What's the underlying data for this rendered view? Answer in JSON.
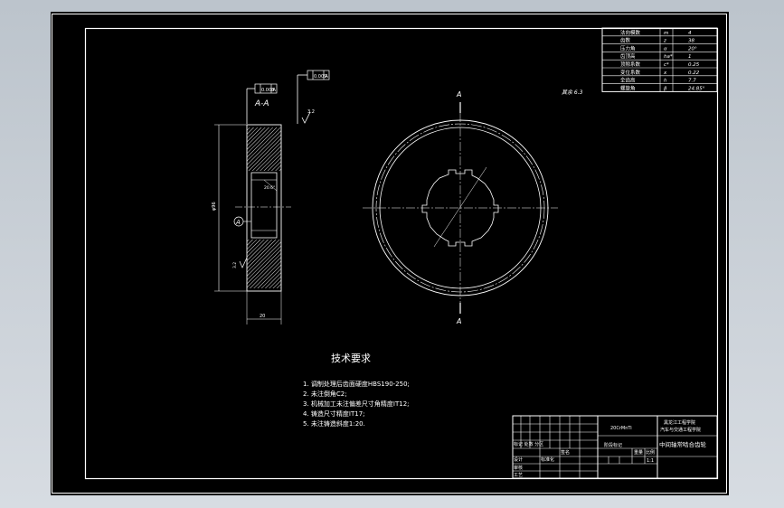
{
  "section_view": {
    "label": "A-A",
    "tolerance_1": "0.008",
    "datum_1": "A",
    "tolerance_2": "0.009",
    "datum_2": "A",
    "roughness_top": "3.2",
    "angle_mark": "20.6°",
    "datum_circle": "A",
    "roughness_side": "3.2",
    "diameter_dim": "φ96",
    "width_dim": "20"
  },
  "front_view": {
    "section_mark_top": "A",
    "section_mark_bottom": "A",
    "remainder_roughness": "其余 6.3"
  },
  "gear_params": {
    "rows": [
      {
        "name": "法向模数",
        "symbol": "m",
        "value": "4"
      },
      {
        "name": "齿数",
        "symbol": "z",
        "value": "38"
      },
      {
        "name": "压力角",
        "symbol": "α",
        "value": "20°"
      },
      {
        "name": "齿顶高",
        "symbol": "ha*",
        "value": "1"
      },
      {
        "name": "顶隙系数",
        "symbol": "c*",
        "value": "0.25"
      },
      {
        "name": "变位系数",
        "symbol": "x",
        "value": "0.22"
      },
      {
        "name": "全齿高",
        "symbol": "h",
        "value": "7.7"
      },
      {
        "name": "螺旋角",
        "symbol": "β",
        "value": "24.85°"
      }
    ]
  },
  "tech_requirements": {
    "title": "技术要求",
    "items": [
      "1. 调制处理后齿面硬度HBS190-250;",
      "2. 未注倒角C2;",
      "3. 机械加工未注偏差尺寸角精度IT12;",
      "4. 铸造尺寸精度IT17;",
      "5. 未注铸造斜度1:20."
    ]
  },
  "title_block": {
    "material": "20CrMnTi",
    "school": "黑龙江工程学院",
    "school_sub": "汽车与交通工程学院",
    "part_name": "中间轴常啮合齿轮",
    "row_marks": "标记 处数 分区",
    "signature": "签名",
    "stage_mark": "阶段标记",
    "weight": "重量",
    "scale_label": "比例",
    "scale_value": "1:1",
    "design": "设计",
    "review": "审核",
    "process": "工艺",
    "standardization": "标准化"
  }
}
